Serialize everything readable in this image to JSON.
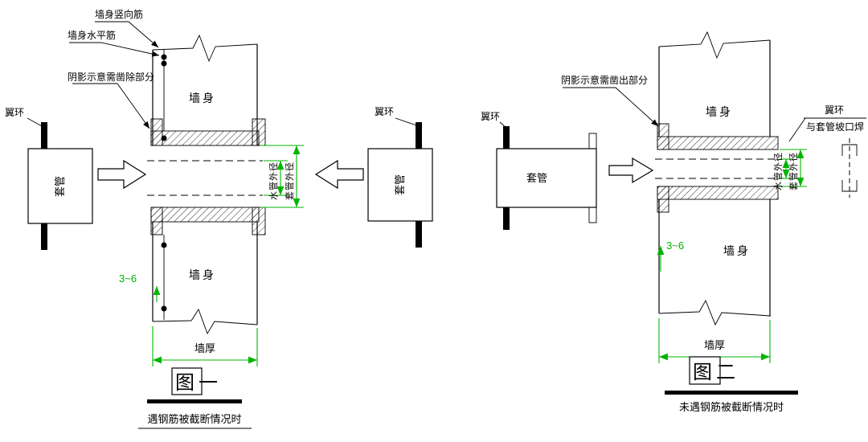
{
  "colors": {
    "line": "#000000",
    "dimension": "#00b400",
    "background": "#ffffff"
  },
  "fig1": {
    "callout_vertical_rebar": "墙身竖向筋",
    "callout_horizontal_rebar": "墙身水平筋",
    "callout_shaded": "阴影示意需凿除部分",
    "wing_ring_left": "翼环",
    "wing_ring_right": "翼环",
    "sleeve_left": "套管",
    "sleeve_right": "套管",
    "wall_top": "墙身",
    "wall_bottom": "墙身",
    "dim_pipe_od": "水管外径",
    "dim_sleeve_od": "套管外径",
    "dim_gap": "3~6",
    "dim_wall_thickness": "墙厚",
    "title": "图一",
    "caption": "遇钢筋被截断情况时"
  },
  "fig2": {
    "callout_shaded": "阴影示意需凿出部分",
    "wing_ring_left": "翼环",
    "sleeve": "套管",
    "wall_top": "墙身",
    "wall_bottom": "墙身",
    "wing_ring_right": "翼环",
    "weld_note": "与套管坡口焊",
    "dim_pipe_od": "水管外径",
    "dim_sleeve_od": "套管外径",
    "dim_gap": "3~6",
    "dim_wall_thickness": "墙厚",
    "title": "图二",
    "caption": "未遇钢筋被截断情况时"
  }
}
